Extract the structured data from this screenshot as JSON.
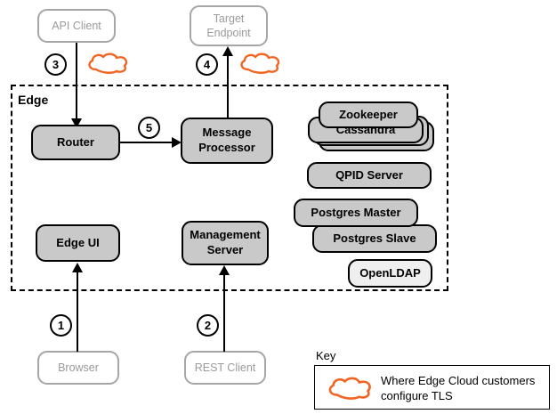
{
  "diagram": {
    "boundary_label": "Edge",
    "accent_color": "#f26422",
    "internal_fill": "#c9c9c9",
    "light_fill": "#efefef",
    "external_border": "#a6a6a6"
  },
  "external_nodes": [
    {
      "id": "api-client",
      "label": "API Client"
    },
    {
      "id": "target-endpoint",
      "label": "Target\nEndpoint",
      "line1": "Target",
      "line2": "Endpoint"
    },
    {
      "id": "browser",
      "label": "Browser"
    },
    {
      "id": "rest-client",
      "label": "REST Client"
    }
  ],
  "internal_nodes": [
    {
      "id": "router",
      "label": "Router"
    },
    {
      "id": "message-processor",
      "line1": "Message",
      "line2": "Processor"
    },
    {
      "id": "edge-ui",
      "label": "Edge UI"
    },
    {
      "id": "management-server",
      "line1": "Management",
      "line2": "Server"
    }
  ],
  "service_stack": [
    {
      "id": "zookeeper",
      "label": "Zookeeper",
      "stacked": true
    },
    {
      "id": "cassandra",
      "label": "Cassandra",
      "stacked": true
    },
    {
      "id": "qpid-server",
      "label": "QPID Server",
      "stacked": false
    },
    {
      "id": "postgres-master",
      "label": "Postgres Master",
      "stacked": false
    },
    {
      "id": "postgres-slave",
      "label": "Postgres Slave",
      "stacked": false
    },
    {
      "id": "openldap",
      "label": "OpenLDAP",
      "stacked": false
    }
  ],
  "steps": [
    {
      "number": "1",
      "from": "browser",
      "to": "edge-ui"
    },
    {
      "number": "2",
      "from": "rest-client",
      "to": "management-server"
    },
    {
      "number": "3",
      "from": "api-client",
      "to": "router"
    },
    {
      "number": "4",
      "from": "message-processor",
      "to": "target-endpoint"
    },
    {
      "number": "5",
      "from": "router",
      "to": "message-processor"
    }
  ],
  "key": {
    "title": "Key",
    "entry_line1": "Where Edge Cloud customers",
    "entry_line2": "configure TLS",
    "icon": "cloud-icon"
  }
}
